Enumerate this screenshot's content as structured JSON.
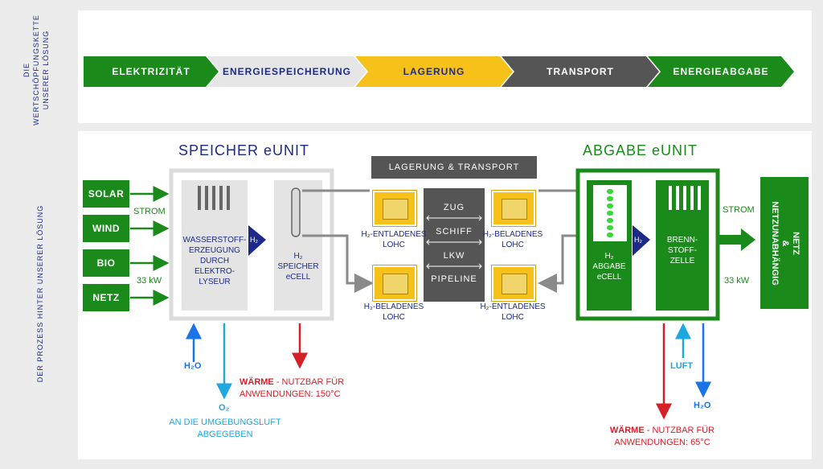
{
  "side_labels": {
    "top": [
      "DIE",
      "WERTSCHÖPFUNGSKETTE",
      "UNSERER LÖSUNG"
    ],
    "bottom": "DER PROZESS HINTER UNSERER LÖSUNG"
  },
  "value_chain": [
    "ELEKTRIZITÄT",
    "ENERGIESPEICHERUNG",
    "LAGERUNG",
    "TRANSPORT",
    "ENERGIEABGABE"
  ],
  "colors": {
    "green": "#1a8a1a",
    "light_grey": "#e6e6e6",
    "yellow": "#f6c21a",
    "dark_grey": "#555555",
    "navy": "#1d2a8a",
    "red": "#d62027",
    "blue": "#1a73e8",
    "cyan": "#1ea8e0"
  },
  "sources": [
    "SOLAR",
    "WIND",
    "BIO",
    "NETZ"
  ],
  "left": {
    "strom": "STROM",
    "power": "33 kW",
    "title": "SPEICHER eUNIT",
    "electrolyser": [
      "WASSERSTOFF-",
      "ERZEUGUNG",
      "DURCH",
      "ELEKTRO-",
      "LYSEUR"
    ],
    "h2": "H₂",
    "ecell": [
      "H₂",
      "SPEICHER",
      "eCELL"
    ],
    "h2o": "H₂O",
    "o2": "O₂",
    "o2_text": [
      "AN DIE UMGEBUNGSLUFT",
      "ABGEGEBEN"
    ],
    "heat_bold": "WÄRME",
    "heat_rest": " - NUTZBAR FÜR",
    "heat_line2": "ANWENDUNGEN: 150°C"
  },
  "middle": {
    "title": "LAGERUNG & TRANSPORT",
    "modes": [
      "ZUG",
      "SCHIFF",
      "LKW",
      "PIPELINE"
    ],
    "lohc_tl": [
      "H₂-ENTLADENES",
      "LOHC"
    ],
    "lohc_tr": [
      "H₂-BELADENES",
      "LOHC"
    ],
    "lohc_bl": [
      "H₂-BELADENES",
      "LOHC"
    ],
    "lohc_br": [
      "H₂-ENTLADENES",
      "LOHC"
    ]
  },
  "right": {
    "title": "ABGABE eUNIT",
    "ecell": [
      "H₂",
      "ABGABE",
      "eCELL"
    ],
    "h2": "H₂",
    "fuelcell": [
      "BRENN-",
      "STOFF-",
      "ZELLE"
    ],
    "strom": "STROM",
    "power": "33 kW",
    "grid": [
      "NETZ",
      "&",
      "NETZUNABHÄNGIG"
    ],
    "luft": "LUFT",
    "h2o": "H₂O",
    "heat_bold": "WÄRME",
    "heat_rest": " - NUTZBAR FÜR",
    "heat_line2": "ANWENDUNGEN: 65°C"
  }
}
